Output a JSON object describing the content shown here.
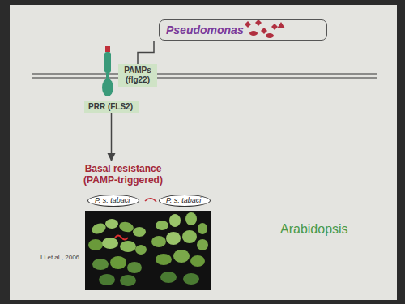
{
  "diagram": {
    "nodes": [
      {
        "text": [
          "Pseudomonas"
        ]
      },
      {
        "text": [
          "PAMPs (flg22)"
        ]
      },
      {
        "text": [
          "PRR (FLS2)"
        ]
      },
      {
        "text": [
          "Basal resistance (PAMP-triggered)"
        ]
      },
      {
        "text": [
          "P. s. tabaci"
        ]
      },
      {
        "text": [
          "P. s. tabaci"
        ]
      }
    ],
    "edges": [
      {
        "from": 0,
        "to": 1,
        "arrow": "none"
      },
      {
        "from": 2,
        "to": 3,
        "arrow": "to"
      }
    ],
    "labels": [
      "Li et al., 2006",
      "Arabidopsis"
    ]
  }
}
